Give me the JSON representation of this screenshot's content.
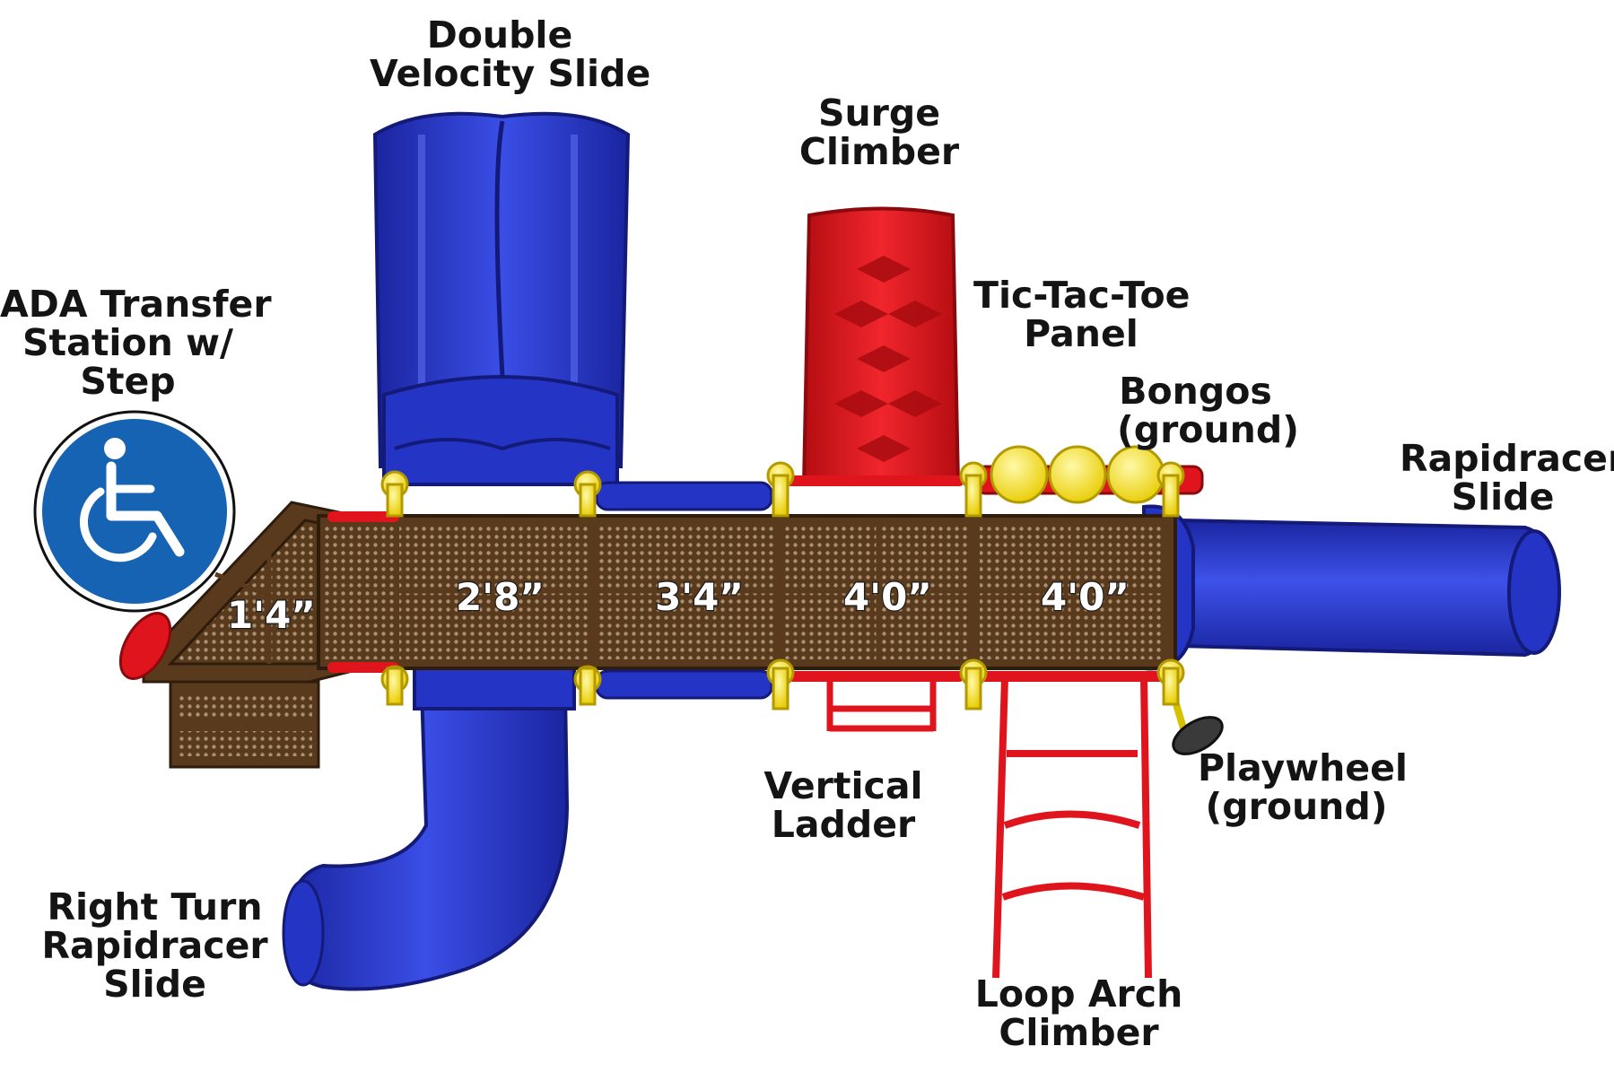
{
  "labels": {
    "double_velocity_slide": [
      "Double",
      "Velocity Slide"
    ],
    "surge_climber": [
      "Surge",
      "Climber"
    ],
    "ada_transfer_station": [
      "ADA Transfer",
      "Station w/",
      "Step"
    ],
    "tic_tac_toe_panel": [
      "Tic-Tac-Toe",
      "Panel"
    ],
    "bongos": [
      "Bongos",
      "(ground)"
    ],
    "rapidracer_slide": [
      "Rapidracer",
      "Slide"
    ],
    "playwheel": [
      "Playwheel",
      "(ground)"
    ],
    "vertical_ladder": [
      "Vertical",
      "Ladder"
    ],
    "right_turn_slide": [
      "Right Turn",
      "Rapidracer",
      "Slide"
    ],
    "loop_arch_climber": [
      "Loop Arch",
      "Climber"
    ]
  },
  "deck_heights": [
    "1'4”",
    "2'8”",
    "3'4”",
    "4'0”",
    "4'0”"
  ],
  "icons": [
    "wheelchair-accessibility-icon"
  ],
  "colors": {
    "slide_blue": "#2a3bd0",
    "climber_red": "#e0141c",
    "deck_brown": "#5a3a1c",
    "post_yellow": "#f5e100",
    "ada_blue": "#1663b4"
  }
}
